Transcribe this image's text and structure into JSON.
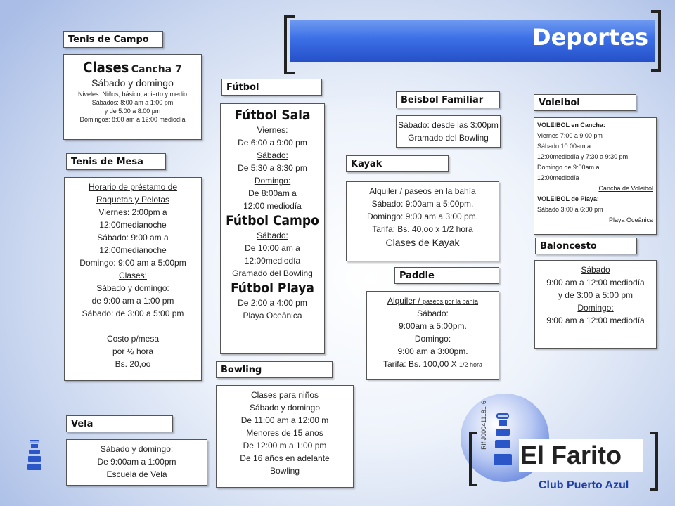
{
  "title": "Deportes",
  "sections": {
    "tenis_campo": {
      "header": "Tenis de Campo",
      "big": "Clases",
      "big_sub": "Cancha 7",
      "line": "Sábado y domingo",
      "small": [
        "Niveles: Niños, básico, abierto y medio",
        "Sábados: 8:00 am a 1:00 pm",
        "y de 5:00 a 8:00 pm",
        "Domingos: 8:00 am a 12:00 mediodía"
      ]
    },
    "tenis_mesa": {
      "header": "Tenis de Mesa",
      "lines": [
        "Horario de préstamo de",
        "Raquetas y Pelotas",
        "Viernes: 2:00pm a",
        "12:00medianoche",
        "Sábado: 9:00 am a",
        "12:00medianoche",
        "Domingo: 9:00 am a 5:00pm",
        "Clases:",
        "Sábado y domingo:",
        "de 9:00 am a 1:00 pm",
        "Sábado: de 3:00 a 5:00 pm",
        "",
        "Costo p/mesa",
        "por ½ hora",
        "Bs. 20,oo"
      ]
    },
    "futbol": {
      "header": "Fútbol",
      "sala_title": "Fútbol Sala",
      "sala": [
        "Viernes:",
        "De 6:00 a 9:00 pm",
        "Sábado:",
        "De 5:30 a 8:30 pm",
        "Domingo:",
        "De 8:00am a",
        "12:00 mediodía"
      ],
      "campo_title": "Fútbol Campo",
      "campo": [
        "Sábado:",
        "De 10:00 am a",
        "12:00mediodía",
        "Gramado del Bowling"
      ],
      "playa_title": "Fútbol Playa",
      "playa": [
        "De 2:00 a 4:00 pm",
        "Playa Oceânica"
      ]
    },
    "beisbol": {
      "header": "Beisbol Familiar",
      "lines": [
        "Sábado: desde las 3:00pm",
        "Gramado del Bowling"
      ]
    },
    "voleibol": {
      "header": "Voleibol",
      "lines": [
        "VOLEIBOL  en Cancha:",
        "Viernes 7:00 a 9:00 pm",
        "Sábado 10:00am a",
        "12:00mediodía y 7:30 a 9:30 pm",
        "Domingo de 9:00am a",
        "12:00mediodía",
        "Cancha de Voleibol",
        "VOLEIBOL  de Playa:",
        "Sábado 3:00 a 6:00 pm",
        "Playa Oceânica"
      ]
    },
    "kayak": {
      "header": "Kayak",
      "lines": [
        "Alquiler / paseos en la bahía",
        "Sábado: 9:00am a 5:00pm.",
        "Domingo: 9:00 am a 3:00 pm.",
        "Tarifa: Bs. 40,oo x 1/2 hora",
        "Clases de Kayak"
      ]
    },
    "baloncesto": {
      "header": "Baloncesto",
      "lines": [
        "Sábado",
        "9:00 am a 12:00 mediodía",
        "y de 3:00 a 5:00 pm",
        "Domingo:",
        "9:00 am a 12:00 mediodía"
      ]
    },
    "paddle": {
      "header": "Paddle",
      "lines": [
        "Alquiler / ",
        "paseos por la bahía",
        "Sábado:",
        "9:00am a 5:00pm.",
        "Domingo:",
        "9:00 am a 3:00pm.",
        "Tarifa: Bs. 100,00 X ",
        "1/2 hora"
      ]
    },
    "bowling": {
      "header": "Bowling",
      "lines": [
        "Clases para niños",
        "Sábado y domingo",
        "De 11:00 am a 12:00 m",
        "Menores de 15 anos",
        "De 12:00 m a 1:00 pm",
        "De 16 años en adelante",
        "Bowling"
      ]
    },
    "vela": {
      "header": "Vela",
      "lines": [
        "Sábado y domingo:",
        "De 9:00am  a 1:00pm",
        "Escuela de Vela"
      ]
    }
  },
  "logo": {
    "name": "El Farito",
    "sub": "Club Puerto Azul",
    "rif": "Rif.J000411181-6"
  },
  "colors": {
    "banner": "#3c6fe6",
    "accent": "#2a56c8"
  }
}
